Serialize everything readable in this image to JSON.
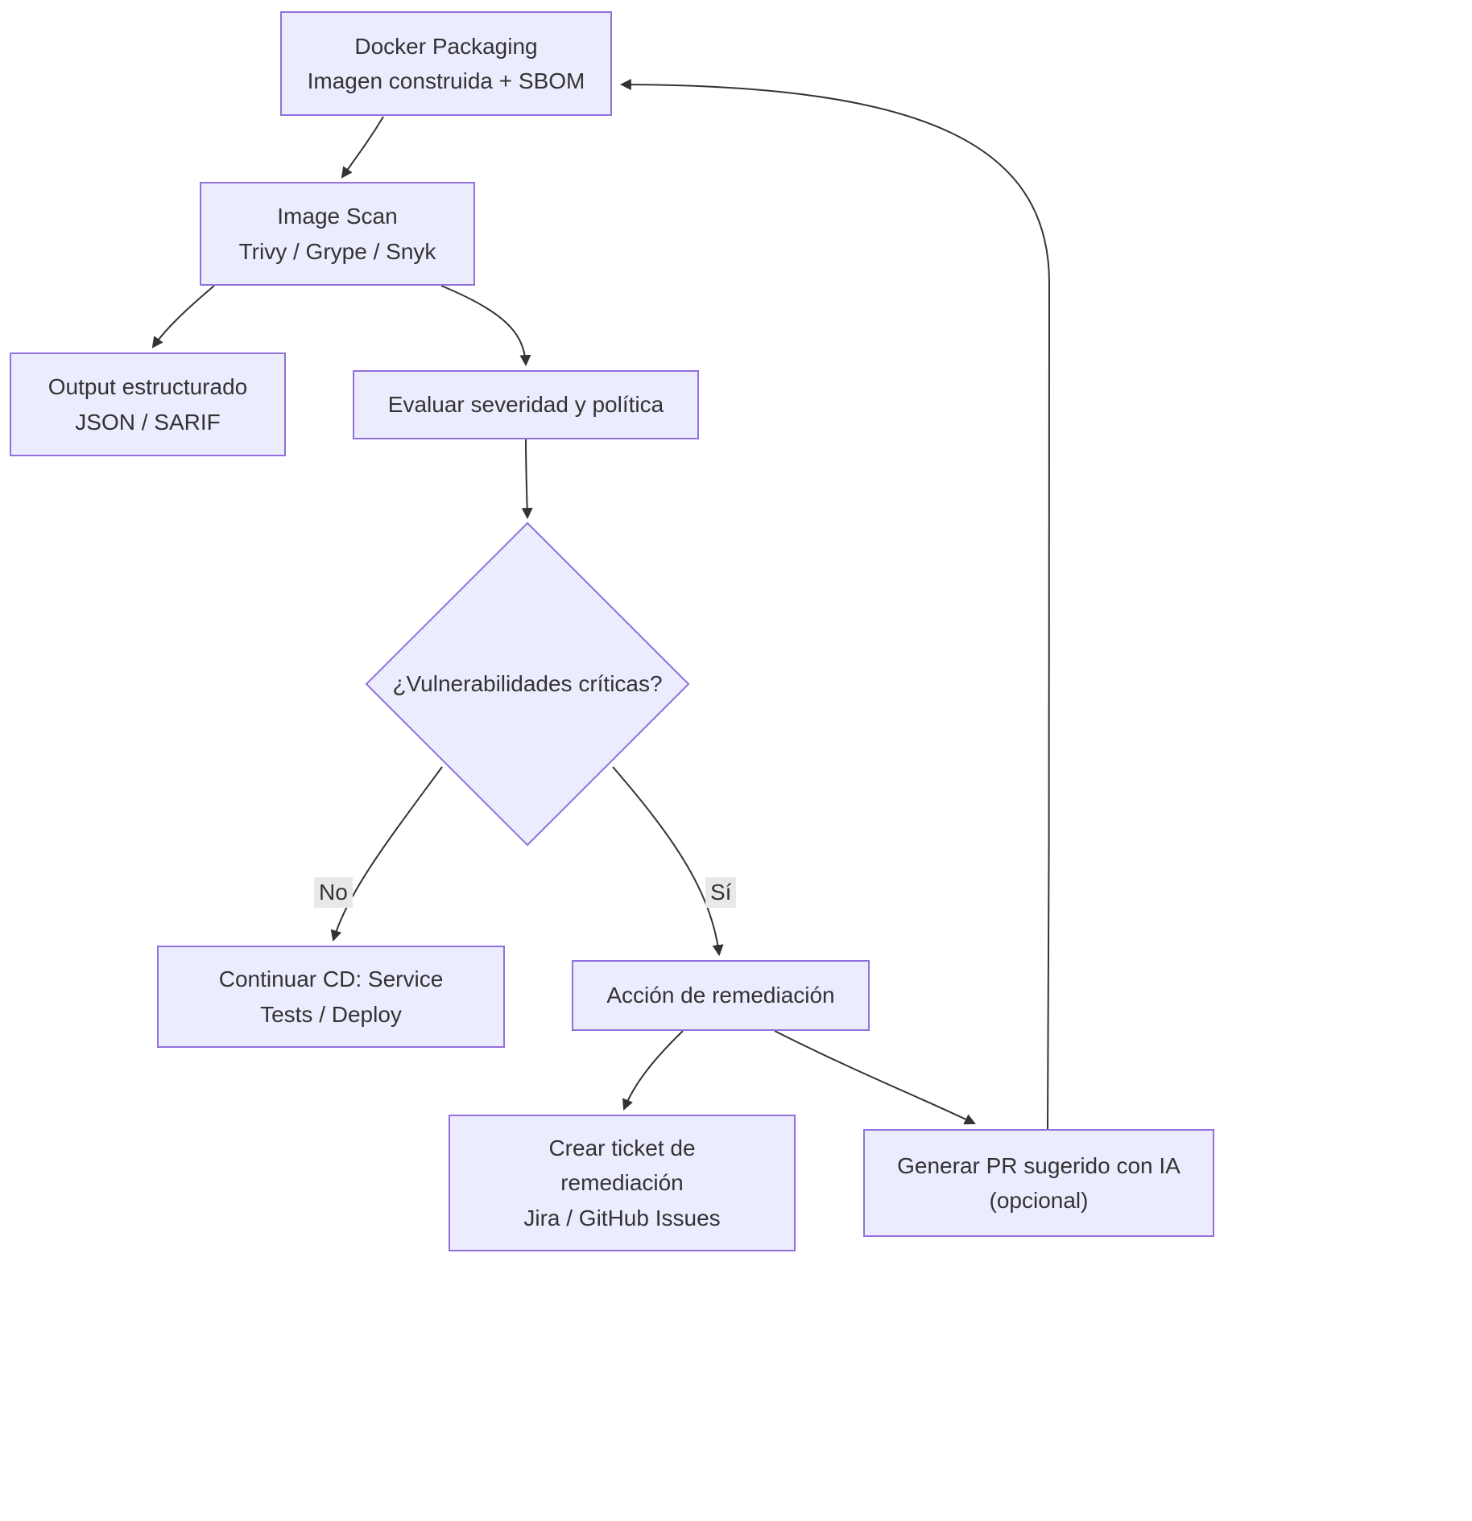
{
  "diagram": {
    "type": "flowchart",
    "nodes": {
      "docker": {
        "line1": "Docker Packaging",
        "line2": "Imagen construida + SBOM"
      },
      "scan": {
        "line1": "Image Scan",
        "line2": "Trivy / Grype / Snyk"
      },
      "output": {
        "line1": "Output estructurado",
        "line2": "JSON / SARIF"
      },
      "evaluar": {
        "line1": "Evaluar severidad y política"
      },
      "decision": {
        "line1": "¿Vulnerabilidades críticas?"
      },
      "continuar": {
        "line1": "Continuar CD: Service",
        "line2": "Tests / Deploy"
      },
      "accion": {
        "line1": "Acción de remediación"
      },
      "ticket": {
        "line1": "Crear ticket de",
        "line2": "remediación",
        "line3": "Jira / GitHub Issues"
      },
      "pr": {
        "line1": "Generar PR sugerido con IA",
        "line2": "(opcional)"
      }
    },
    "edge_labels": {
      "no": "No",
      "si": "Sí"
    },
    "colors": {
      "node_fill": "#ECECFF",
      "node_border": "#9370DB",
      "text": "#333333",
      "edge": "#333333",
      "label_bg": "#e8e8e8",
      "canvas_bg": "#ffffff"
    }
  }
}
